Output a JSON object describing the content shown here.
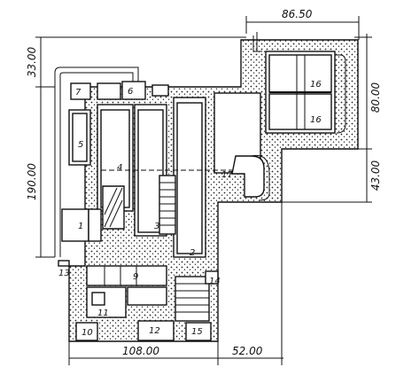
{
  "dimensions": {
    "top_width": "86.50",
    "right_upper": "80.00",
    "right_lower": "43.00",
    "left_top": "33.00",
    "left_height": "190.00",
    "bottom_left": "108.00",
    "bottom_right": "52.00"
  },
  "labels": {
    "n1": "1",
    "n2": "2",
    "n3": "3",
    "n4": "4",
    "n5": "5",
    "n6": "6",
    "n7": "7",
    "n9": "9",
    "n10": "10",
    "n11": "11",
    "n12": "12",
    "n13": "13",
    "n14": "14",
    "n15": "15",
    "n16a": "16",
    "n16b": "16",
    "n17": "17"
  }
}
